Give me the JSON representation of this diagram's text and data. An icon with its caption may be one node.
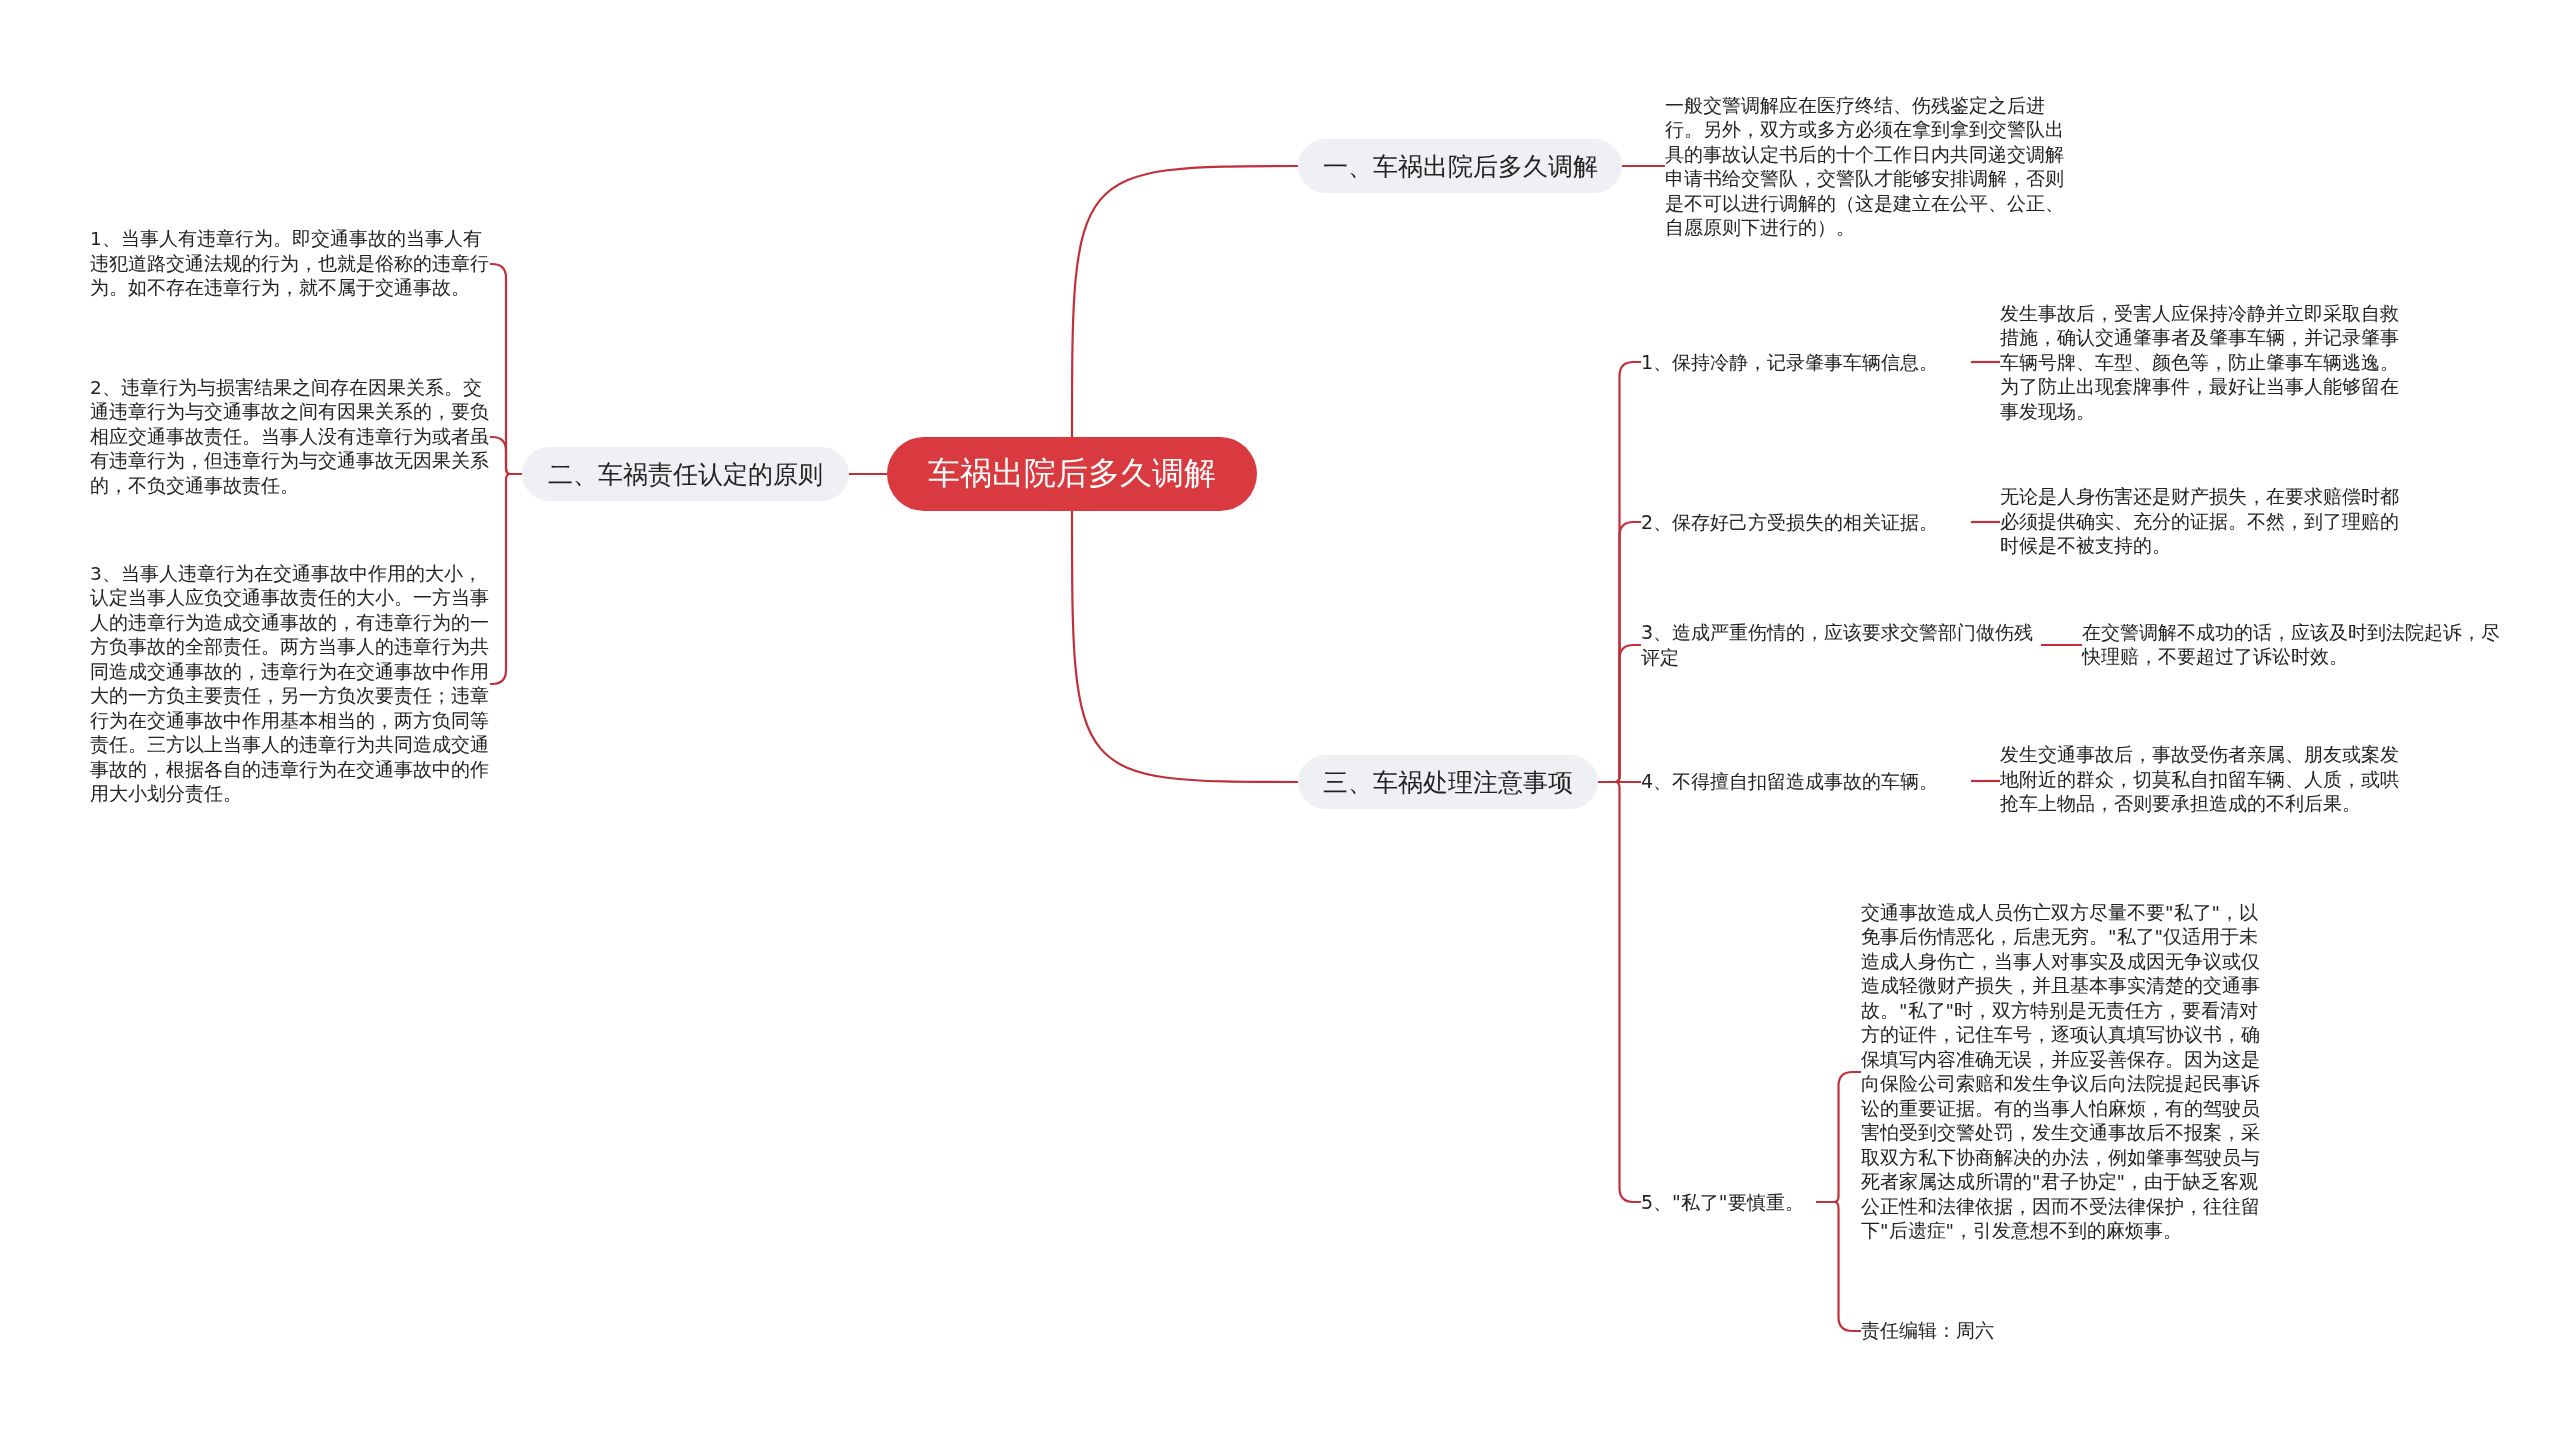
{
  "diagram": {
    "nodes": [
      {
        "text": [
          "车祸出院后多久调解"
        ]
      },
      {
        "text": [
          "一、车祸出院后多久调解"
        ]
      },
      {
        "text": [
          "一般交警调解应在医疗终结、伤残鉴定之后进行。另外，双方或多方必须在拿到拿到交警队出具的事故认定书后的十个工作日内共同递交调解申请书给交警队，交警队才能够安排调解，否则是不可以进行调解的（这是建立在公平、公正、自愿原则下进行的）。"
        ]
      },
      {
        "text": [
          "二、车祸责任认定的原则"
        ]
      },
      {
        "text": [
          "1、当事人有违章行为。即交通事故的当事人有违犯道路交通法规的行为，也就是俗称的违章行为。如不存在违章行为，就不属于交通事故。"
        ]
      },
      {
        "text": [
          "2、违章行为与损害结果之间存在因果关系。交通违章行为与交通事故之间有因果关系的，要负相应交通事故责任。当事人没有违章行为或者虽有违章行为，但违章行为与交通事故无因果关系的，不负交通事故责任。"
        ]
      },
      {
        "text": [
          "3、当事人违章行为在交通事故中作用的大小，认定当事人应负交通事故责任的大小。一方当事人的违章行为造成交通事故的，有违章行为的一方负事故的全部责任。两方当事人的违章行为共同造成交通事故的，违章行为在交通事故中作用大的一方负主要责任，另一方负次要责任；违章行为在交通事故中作用基本相当的，两方负同等责任。三方以上当事人的违章行为共同造成交通事故的，根据各自的违章行为在交通事故中的作用大小划分责任。"
        ]
      },
      {
        "text": [
          "三、车祸处理注意事项"
        ]
      },
      {
        "text": [
          "1、保持冷静，记录肇事车辆信息。"
        ]
      },
      {
        "text": [
          "发生事故后，受害人应保持冷静并立即采取自救措施，确认交通肇事者及肇事车辆，并记录肇事车辆号牌、车型、颜色等，防止肇事车辆逃逸。为了防止出现套牌事件，最好让当事人能够留在事发现场。"
        ]
      },
      {
        "text": [
          "2、保存好己方受损失的相关证据。"
        ]
      },
      {
        "text": [
          "无论是人身伤害还是财产损失，在要求赔偿时都必须提供确实、充分的证据。不然，到了理赔的时候是不被支持的。"
        ]
      },
      {
        "text": [
          "3、造成严重伤情的，应该要求交警部门做伤残评定"
        ]
      },
      {
        "text": [
          "在交警调解不成功的话，应该及时到法院起诉，尽快理赔，不要超过了诉讼时效。"
        ]
      },
      {
        "text": [
          "4、不得擅自扣留造成事故的车辆。"
        ]
      },
      {
        "text": [
          "发生交通事故后，事故受伤者亲属、朋友或案发地附近的群众，切莫私自扣留车辆、人质，或哄抢车上物品，否则要承担造成的不利后果。"
        ]
      },
      {
        "text": [
          "5、\"私了\"要慎重。"
        ]
      },
      {
        "text": [
          "交通事故造成人员伤亡双方尽量不要\"私了\"，以免事后伤情恶化，后患无穷。\"私了\"仅适用于未造成人身伤亡，当事人对事实及成因无争议或仅造成轻微财产损失，并且基本事实清楚的交通事故。\"私了\"时，双方特别是无责任方，要看清对方的证件，记住车号，逐项认真填写协议书，确保填写内容准确无误，并应妥善保存。因为这是向保险公司索赔和发生争议后向法院提起民事诉讼的重要证据。有的当事人怕麻烦，有的驾驶员害怕受到交警处罚，发生交通事故后不报案，采取双方私下协商解决的办法，例如肇事驾驶员与死者家属达成所谓的\"君子协定\"，由于缺乏客观公正性和法律依据，因而不受法律保护，往往留下\"后遗症\"，引发意想不到的麻烦事。"
        ]
      },
      {
        "text": [
          "责任编辑：周六"
        ]
      }
    ],
    "edges": [
      {
        "from": 0,
        "to": 1,
        "arrow": "none"
      },
      {
        "from": 0,
        "to": 3,
        "arrow": "none"
      },
      {
        "from": 0,
        "to": 7,
        "arrow": "none"
      },
      {
        "from": 1,
        "to": 2,
        "arrow": "none"
      },
      {
        "from": 3,
        "to": 4,
        "arrow": "none"
      },
      {
        "from": 3,
        "to": 5,
        "arrow": "none"
      },
      {
        "from": 3,
        "to": 6,
        "arrow": "none"
      },
      {
        "from": 7,
        "to": 8,
        "arrow": "none"
      },
      {
        "from": 7,
        "to": 10,
        "arrow": "none"
      },
      {
        "from": 7,
        "to": 12,
        "arrow": "none"
      },
      {
        "from": 7,
        "to": 14,
        "arrow": "none"
      },
      {
        "from": 7,
        "to": 16,
        "arrow": "none"
      },
      {
        "from": 8,
        "to": 9,
        "arrow": "none"
      },
      {
        "from": 10,
        "to": 11,
        "arrow": "none"
      },
      {
        "from": 12,
        "to": 13,
        "arrow": "none"
      },
      {
        "from": 14,
        "to": 15,
        "arrow": "none"
      },
      {
        "from": 16,
        "to": 17,
        "arrow": "none"
      },
      {
        "from": 16,
        "to": 18,
        "arrow": "none"
      }
    ]
  }
}
